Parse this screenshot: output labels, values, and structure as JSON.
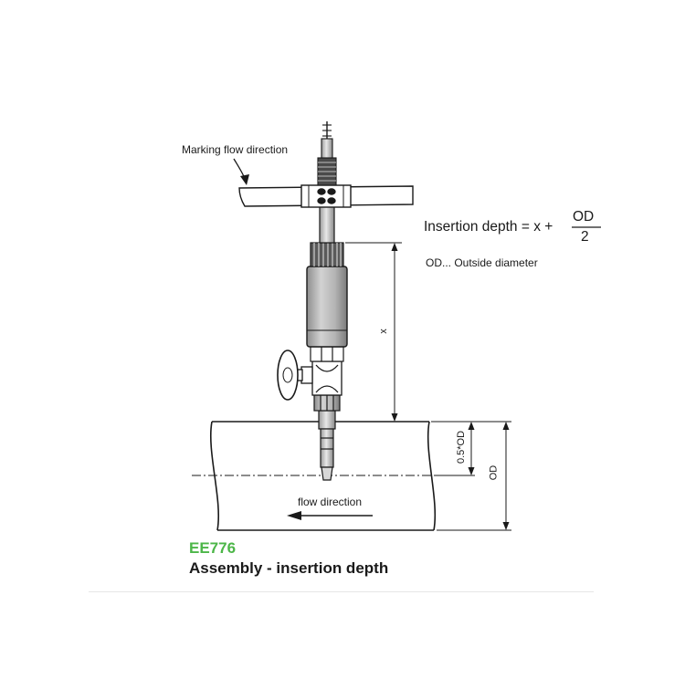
{
  "labels": {
    "marking_flow_direction": "Marking flow direction",
    "formula_left": "Insertion depth = x +",
    "formula_numerator": "OD",
    "formula_denominator": "2",
    "od_note": "OD... Outside diameter",
    "dim_x": "x",
    "dim_half_od": "0.5*OD",
    "dim_od": "OD",
    "flow_direction": "flow direction"
  },
  "caption": {
    "product": "EE776",
    "title": "Assembly - insertion depth"
  },
  "colors": {
    "product": "#4cb648",
    "line": "#1a1a1a",
    "body_gray": "#a8a8a8",
    "sleeve_gray": "#cfcfcf"
  }
}
